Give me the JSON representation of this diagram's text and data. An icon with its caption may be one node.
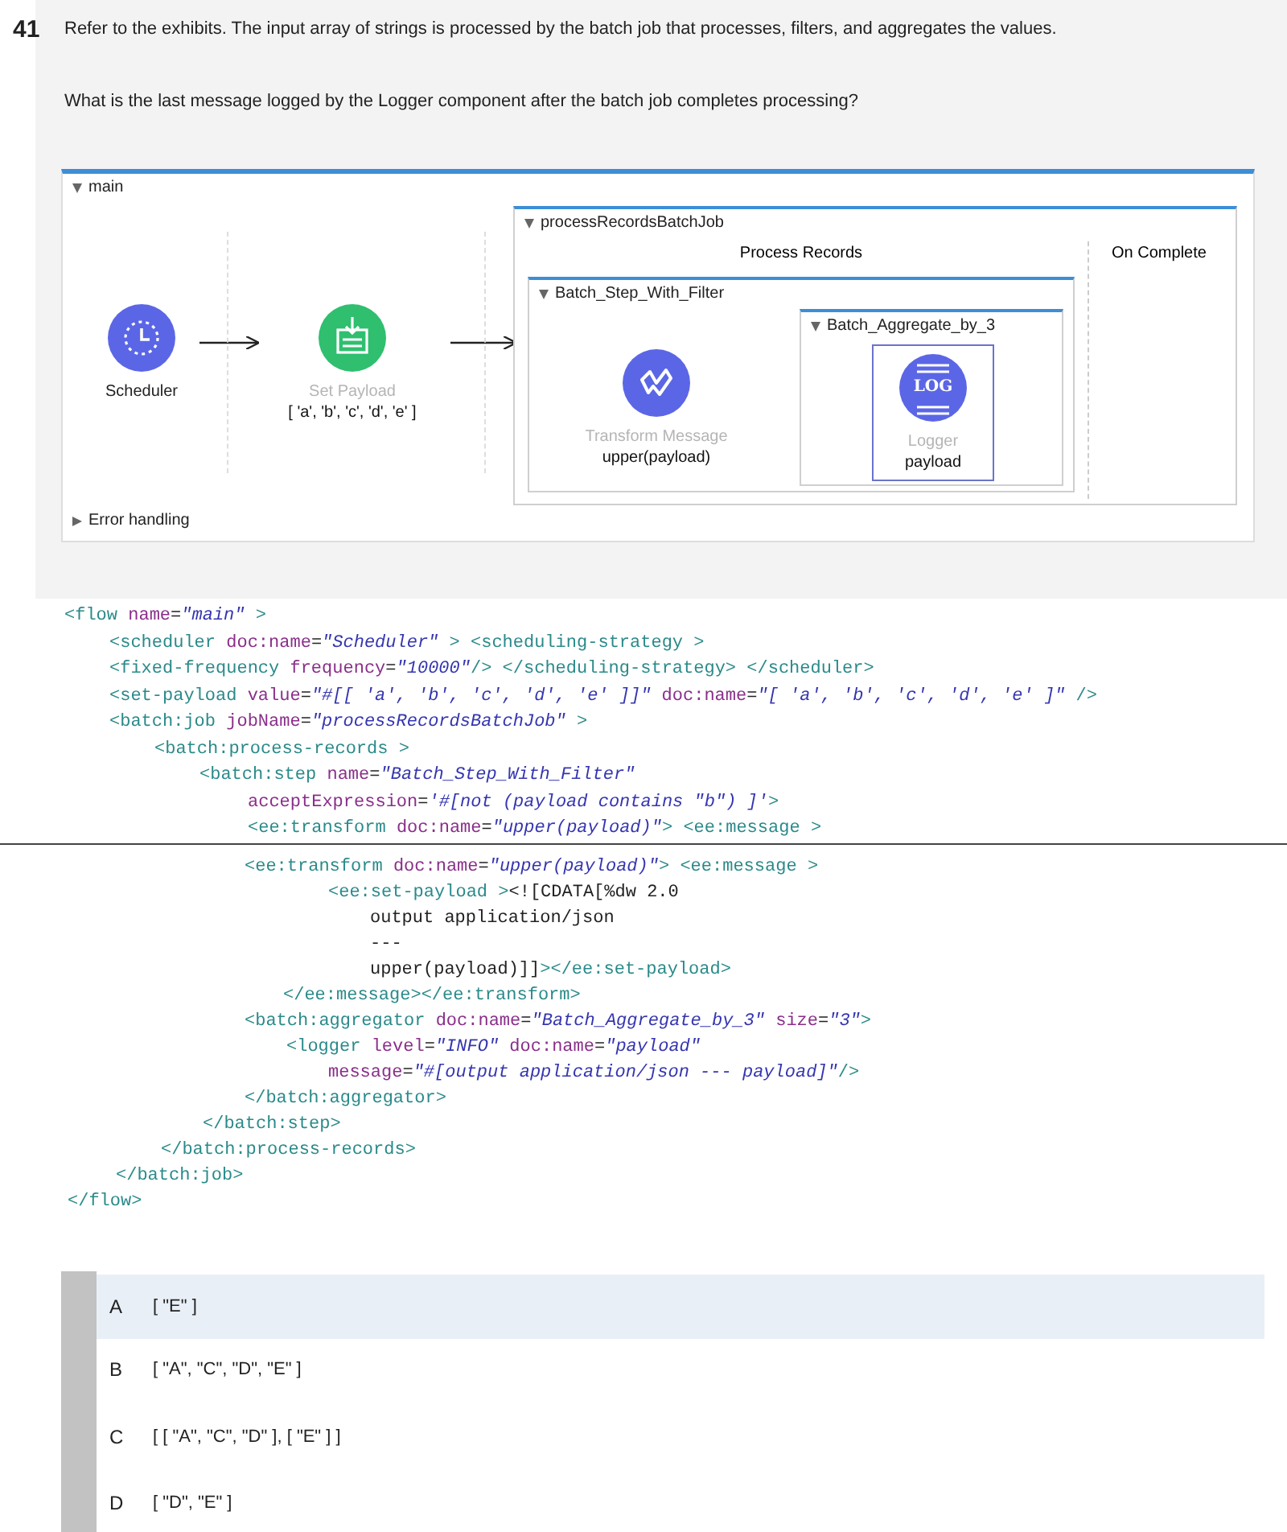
{
  "diagram": {
    "nodes": [
      {
        "text": [
          "main"
        ]
      },
      {
        "text": [
          "Scheduler"
        ],
        "in": 0
      },
      {
        "text": [
          "Set Payload",
          "[ 'a', 'b', 'c', 'd', 'e' ]"
        ],
        "in": 0
      },
      {
        "text": [
          "processRecordsBatchJob"
        ],
        "in": 0
      },
      {
        "text": [
          "Process Records"
        ],
        "in": 3
      },
      {
        "text": [
          "Batch_Step_With_Filter"
        ],
        "in": 4
      },
      {
        "text": [
          "Transform Message",
          "upper(payload)"
        ],
        "in": 5
      },
      {
        "text": [
          "Batch_Aggregate_by_3"
        ],
        "in": 5
      },
      {
        "text": [
          "Logger",
          "payload"
        ],
        "in": 7
      },
      {
        "text": [
          "On Complete"
        ],
        "in": 3
      },
      {
        "text": [],
        "shape": "bar"
      }
    ],
    "edges": [
      {
        "from": 1,
        "to": 2,
        "arrow": "to"
      },
      {
        "from": 2,
        "to": 3,
        "arrow": "to"
      }
    ],
    "labels": [
      "41",
      "Refer to the exhibits. The input array of strings is processed by the batch job that processes, filters, and aggregates the values.",
      "What is the last message logged by the Logger component after the batch job completes processing?",
      "LOG",
      "Error handling",
      "<flow name=\"main\" >",
      "<scheduler doc:name=\"Scheduler\" > <scheduling-strategy >",
      "<fixed-frequency frequency=\"10000\"/> </scheduling-strategy> </scheduler>",
      "<set-payload value=\"#[[ 'a', 'b', 'c', 'd', 'e' ]]\" doc:name=\"[ 'a', 'b', 'c', 'd', 'e' ]\" />",
      "<batch:job jobName=\"processRecordsBatchJob\" >",
      "<batch:process-records >",
      "<batch:step name=\"Batch_Step_With_Filter\"",
      "acceptExpression='#[not (payload contains \"b\") ]'>",
      "<ee:transform doc:name=\"upper(payload)\"> <ee:message >",
      "<ee:transform doc:name=\"upper(payload)\"> <ee:message >",
      "<ee:set-payload ><![CDATA[%dw 2.0",
      "output application/json",
      "---",
      "upper(payload)]]></ee:set-payload>",
      "</ee:message></ee:transform>",
      "<batch:aggregator doc:name=\"Batch_Aggregate_by_3\" size=\"3\">",
      "<logger level=\"INFO\" doc:name=\"payload\"",
      "message=\"#[output application/json --- payload]\"/>",
      "</batch:aggregator>",
      "</batch:step>",
      "</batch:process-records>",
      "</batch:job>",
      "</flow>",
      "A",
      "[ \"E\" ]",
      "B",
      "[ \"A\", \"C\", \"D\", \"E\" ]",
      "C",
      "[ [ \"A\", \"C\", \"D\" ], [ \"E\" ] ]",
      "D",
      "[ \"D\", \"E\" ]"
    ]
  }
}
